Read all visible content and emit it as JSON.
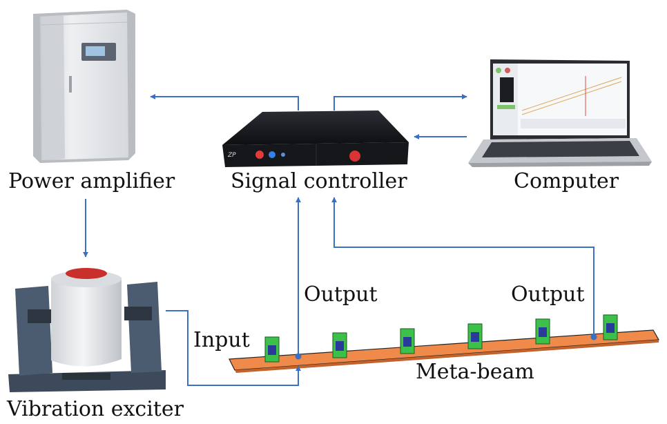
{
  "labels": {
    "power_amplifier": "Power amplifier",
    "signal_controller": "Signal controller",
    "computer": "Computer",
    "vibration_exciter": "Vibration exciter",
    "output_left": "Output",
    "output_right": "Output",
    "input": "Input",
    "meta_beam": "Meta-beam"
  },
  "colors": {
    "arrow": "#3a6fc4",
    "beam": "#f08a4b",
    "resonator": "#3cc04a",
    "cabinet": "#e4e6e8"
  },
  "controller_brand": "ZP"
}
